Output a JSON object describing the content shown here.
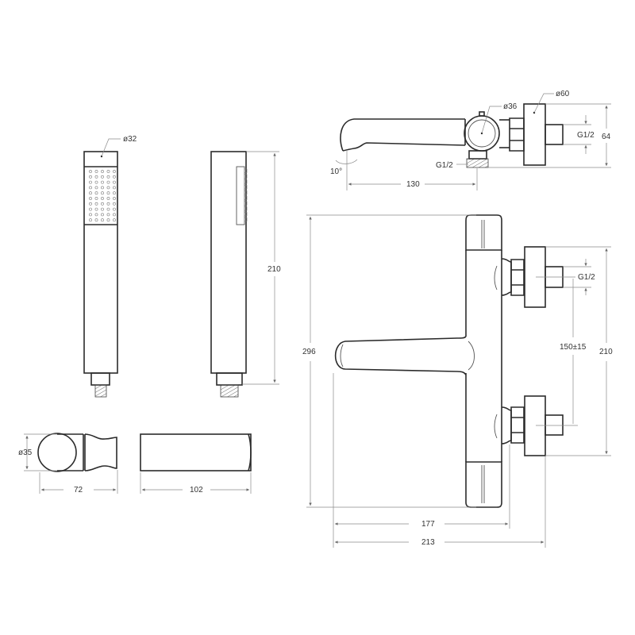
{
  "drawing": {
    "handshower": {
      "diameter": "ø32",
      "length": "210"
    },
    "holder": {
      "diameter": "ø35",
      "width": "72",
      "length": "102"
    },
    "top_view": {
      "spout_diameter": "ø36",
      "flange_diameter": "ø60",
      "thread_outlet": "G1/2",
      "thread_inlet": "G1/2",
      "height": "64",
      "spout_length": "130",
      "swivel_angle": "10°"
    },
    "front_view": {
      "total_height": "296",
      "thread": "G1/2",
      "inlet_spacing": "150±15",
      "flange_span": "210",
      "depth_to_nut": "177",
      "total_depth": "213"
    }
  }
}
